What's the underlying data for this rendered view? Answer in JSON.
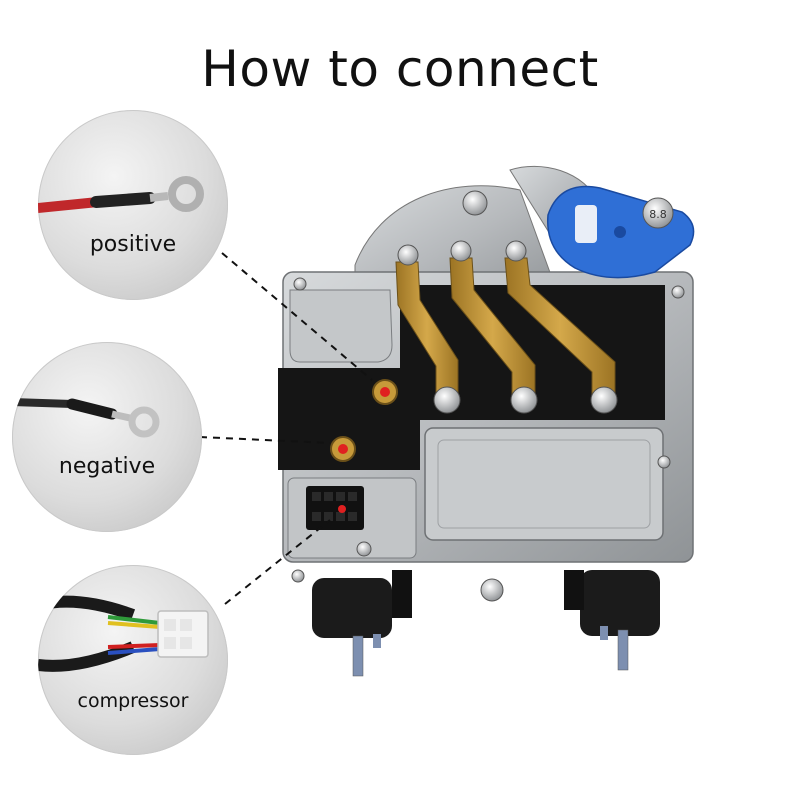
{
  "title": "How to connect",
  "callouts": {
    "positive": {
      "label": "positive",
      "wire_color": "#c0282b"
    },
    "negative": {
      "label": "negative",
      "wire_color": "#2a2a2a"
    },
    "compressor": {
      "label": "compressor"
    }
  },
  "product": {
    "wire_labels": [
      "8.8"
    ]
  },
  "colors": {
    "housing": "#b9bcbf",
    "busbar_brass": "#c79a3a",
    "connector_cap": "#2f6fd6",
    "panel_black": "#151515",
    "terminal_red": "#e02020"
  }
}
